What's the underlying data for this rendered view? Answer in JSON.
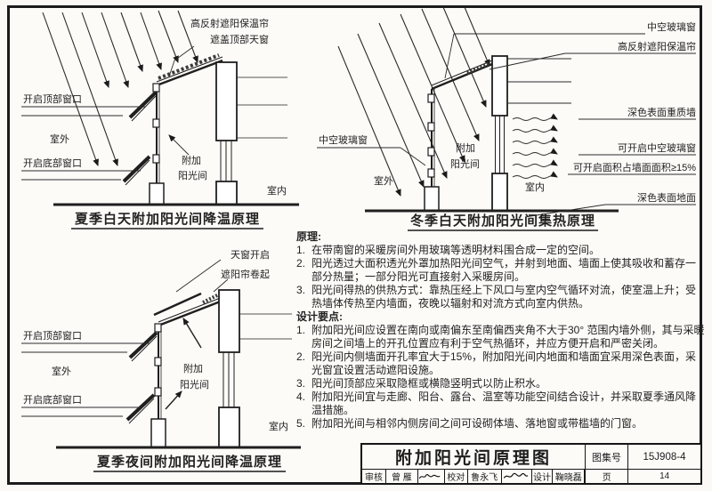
{
  "page": {
    "ink": "#1d1d1d",
    "paper": "#fcfbf8"
  },
  "diagrams": {
    "summer_day": {
      "caption": "夏季白天附加阳光间降温原理",
      "labels": {
        "shade_line1": "高反射遮阳保温帘",
        "shade_line2": "遮盖顶部天窗",
        "open_top_window": "开启顶部窗口",
        "outdoor": "室外",
        "open_bottom_window": "开启底部窗口",
        "sunspace_line1": "附加",
        "sunspace_line2": "阳光间",
        "indoor": "室内"
      }
    },
    "winter_day": {
      "caption": "冬季白天附加阳光间集热原理",
      "labels": {
        "insulated_glass_top": "中空玻璃窗",
        "reflective_shade": "高反射遮阳保温帘",
        "dark_heavy_wall": "深色表面重质墙",
        "openable_glass": "可开启中空玻璃窗",
        "open_area_ratio": "可开启面积占墙面面积≥15%",
        "dark_floor": "深色表面地面",
        "insulated_glass_left": "中空玻璃窗",
        "outdoor": "室外",
        "indoor": "室内",
        "sunspace_line1": "附加",
        "sunspace_line2": "阳光间"
      }
    },
    "summer_night": {
      "caption": "夏季夜间附加阳光间降温原理",
      "labels": {
        "skylight_open": "天窗开启",
        "shade_rolled": "遮阳帘卷起",
        "open_top_window": "开启顶部窗口",
        "outdoor": "室外",
        "open_bottom_window": "开启底部窗口",
        "sunspace_line1": "附加",
        "sunspace_line2": "阳光间",
        "indoor": "室内"
      }
    }
  },
  "notes": {
    "principle_heading": "原理:",
    "principle_items": [
      {
        "no": "1.",
        "text": "在带南窗的采暖房间外用玻璃等透明材料围合成一定的空间。"
      },
      {
        "no": "2.",
        "text": "阳光透过大面积透光外罩加热阳光间空气，并射到地面、墙面上使其吸收和蓄存一部分热量；一部分阳光可直接射入采暖房间。"
      },
      {
        "no": "3.",
        "text": "阳光间得热的供热方式：靠热压经上下风口与室内空气循环对流，使室温上升；受热墙体传热至内墙面，夜晚以辐射和对流方式向室内供热。"
      }
    ],
    "design_heading": "设计要点:",
    "design_items": [
      {
        "no": "1.",
        "text": "附加阳光间应设置在南向或南偏东至南偏西夹角不大于30° 范围内墙外侧，其与采暖房间之间墙上的开孔位置应有利于空气热循环，并应方便开启和严密关闭。"
      },
      {
        "no": "2.",
        "text": "阳光间内侧墙面开孔率宜大于15%，附加阳光间内地面和墙面宜采用深色表面，采光窗宜设置活动遮阳设施。"
      },
      {
        "no": "3.",
        "text": "阳光间顶部应采取隐框或横隐竖明式以防止积水。"
      },
      {
        "no": "4.",
        "text": "附加阳光间宜与走廊、阳台、露台、温室等功能空间结合设计，并采取夏季通风降温措施。"
      },
      {
        "no": "5.",
        "text": "附加阳光间与相邻内侧房间之间可设砌体墙、落地窗或带槛墙的门窗。"
      }
    ]
  },
  "title_block": {
    "title": "附加阳光间原理图",
    "atlas_label": "图集号",
    "atlas_no": "15J908-4",
    "page_label": "页",
    "page_no": "14",
    "reviewer_label": "审核",
    "reviewer_name": "曾  雁",
    "proofreader_label": "校对",
    "proofreader_name": "鲁永飞",
    "designer_label": "设计",
    "designer_name": "鞠晓磊"
  }
}
